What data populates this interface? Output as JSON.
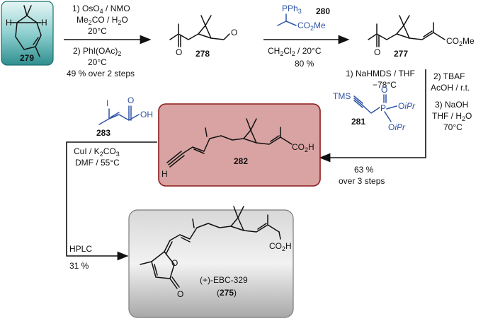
{
  "compounds": {
    "c279": "279",
    "c278": "278",
    "c277": "277",
    "c282": "282",
    "c275_name": "(+)-EBC-329",
    "c275_label": "(275)",
    "c275_num": "275"
  },
  "reagents": {
    "r280": "280",
    "r281": "281",
    "r283": "283",
    "pph3": "PPh",
    "pph3_sub": "3",
    "co2me": "CO",
    "co2me_sub": "2",
    "co2me_tail": "Me",
    "tms": "TMS",
    "oipr": "O",
    "ipr": "iPr",
    "p": "P",
    "o": "O",
    "oh": "OH",
    "i": "I"
  },
  "steps": {
    "s1_line1": "1) OsO",
    "s1_line1_sub": "4",
    "s1_line1_tail": " / NMO",
    "s1_line2a": "Me",
    "s1_line2a_sub": "2",
    "s1_line2b": "CO / H",
    "s1_line2b_sub": "2",
    "s1_line2c": "O",
    "s1_line3": "20°C",
    "s1_line4": "2) PhI(OAc)",
    "s1_line4_sub": "2",
    "s1_line5": "20°C",
    "s1_line6": "49 % over 2 steps",
    "s2_line1a": "CH",
    "s2_line1a_sub": "2",
    "s2_line1b": "Cl",
    "s2_line1b_sub": "2",
    "s2_line1c": " / 20°C",
    "s2_line2": "80 %",
    "s3_line1": "2) TBAF",
    "s3_line2": "AcOH / r.t.",
    "s3_line3": "3) NaOH",
    "s3_line4a": "THF / H",
    "s3_line4a_sub": "2",
    "s3_line4b": "O",
    "s3_line5": "70°C",
    "s3_line6": "1) NaHMDS / THF",
    "s3_line7": "−78°C",
    "s3_line8": "63 %",
    "s3_line9": "over 3 steps",
    "s4_line1": "CuI / K",
    "s4_line1_sub": "2",
    "s4_line1b": "CO",
    "s4_line1b_sub": "3",
    "s4_line2": "DMF / 55°C",
    "s5_line1": "HPLC",
    "s5_line2": "31 %"
  },
  "atoms": {
    "o": "O",
    "h": "H",
    "co2h": "CO",
    "co2h_sub": "2",
    "co2h_tail": "H",
    "co2me": "CO",
    "co2me_sub": "2",
    "co2me_tail": "Me"
  },
  "colors": {
    "teal_box": "#3fa3a3",
    "red_box": "#d9a3a3",
    "red_border": "#8b1a1a",
    "grey_box": "#b8b8b8",
    "reagent_blue": "#2f54a5"
  }
}
